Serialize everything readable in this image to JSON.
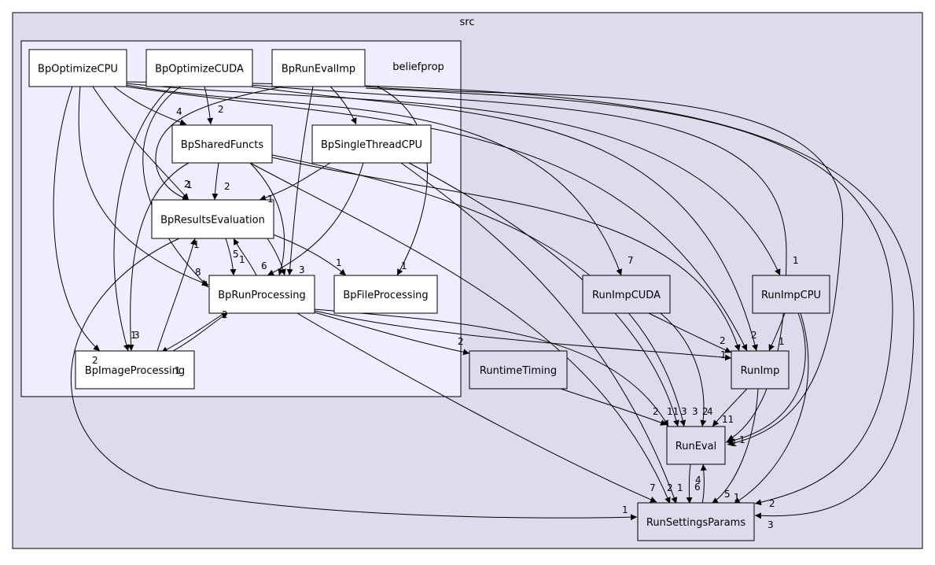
{
  "clusters": {
    "outer": {
      "label": "src",
      "fill": "#dcdcec"
    },
    "inner": {
      "label": "beliefprop",
      "fill": "#eeeefe"
    }
  },
  "nodes": [
    {
      "id": "BpOptimizeCPU",
      "label": "BpOptimizeCPU"
    },
    {
      "id": "BpOptimizeCUDA",
      "label": "BpOptimizeCUDA"
    },
    {
      "id": "BpRunEvalImp",
      "label": "BpRunEvalImp"
    },
    {
      "id": "BpSharedFuncts",
      "label": "BpSharedFuncts"
    },
    {
      "id": "BpSingleThreadCPU",
      "label": "BpSingleThreadCPU"
    },
    {
      "id": "BpResultsEvaluation",
      "label": "BpResultsEvaluation"
    },
    {
      "id": "BpRunProcessing",
      "label": "BpRunProcessing"
    },
    {
      "id": "BpFileProcessing",
      "label": "BpFileProcessing"
    },
    {
      "id": "BpImageProcessing",
      "label": "BpImageProcessing"
    },
    {
      "id": "RunImpCUDA",
      "label": "RunImpCUDA"
    },
    {
      "id": "RunImpCPU",
      "label": "RunImpCPU"
    },
    {
      "id": "RuntimeTiming",
      "label": "RuntimeTiming"
    },
    {
      "id": "RunImp",
      "label": "RunImp"
    },
    {
      "id": "RunEval",
      "label": "RunEval"
    },
    {
      "id": "RunSettingsParams",
      "label": "RunSettingsParams"
    }
  ],
  "edge_labels": [
    "4",
    "2",
    "1",
    "2",
    "1",
    "2",
    "1",
    "1",
    "5",
    "1",
    "1",
    "8",
    "6",
    "3",
    "1",
    "2",
    "2",
    "1",
    "3",
    "2",
    "1",
    "7",
    "1",
    "2",
    "2",
    "1",
    "2",
    "11",
    "3",
    "3",
    "4",
    "2",
    "11",
    "1",
    "4",
    "6",
    "7",
    "2",
    "1",
    "5",
    "1",
    "2",
    "3",
    "1",
    "1",
    "1"
  ]
}
